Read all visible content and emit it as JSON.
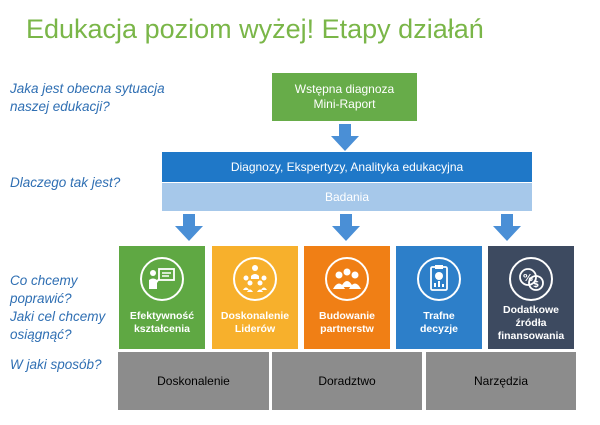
{
  "title": "Edukacja poziom wyżej! Etapy działań",
  "questions": {
    "q1": [
      "Jaka jest obecna sytuacja",
      "naszej edukacji?"
    ],
    "q2": "Dlaczego tak jest?",
    "q3": [
      "Co chcemy",
      "poprawić?",
      "Jaki cel chcemy",
      "osiągnąć?"
    ],
    "q4": "W jaki sposób?"
  },
  "diagnosis": {
    "line1": "Wstępna diagnoza",
    "line2": "Mini-Raport"
  },
  "bars": {
    "top": "Diagnozy, Ekspertyzy, Analityka edukacyjna",
    "bottom": "Badania"
  },
  "boxes": [
    {
      "line1": "Efektywność",
      "line2": "kształcenia",
      "line3": "",
      "color": "#5fa843",
      "icon": "presentation-icon"
    },
    {
      "line1": "Doskonalenie",
      "line2": "Liderów",
      "line3": "",
      "color": "#f7b02c",
      "icon": "team-icon"
    },
    {
      "line1": "Budowanie",
      "line2": "partnerstw",
      "line3": "",
      "color": "#f07f15",
      "icon": "people-group-icon"
    },
    {
      "line1": "Trafne",
      "line2": "decyzje",
      "line3": "",
      "color": "#2d7fc9",
      "icon": "clipboard-chart-icon"
    },
    {
      "line1": "Dodatkowe",
      "line2": "źródła",
      "line3": "finansowania",
      "color": "#3d4a60",
      "icon": "money-icon"
    }
  ],
  "methods": [
    "Doskonalenie",
    "Doradztwo",
    "Narzędzia"
  ],
  "colors": {
    "title": "#7ab648",
    "questions": "#2f6fb3",
    "arrow": "#4a8fd6"
  }
}
